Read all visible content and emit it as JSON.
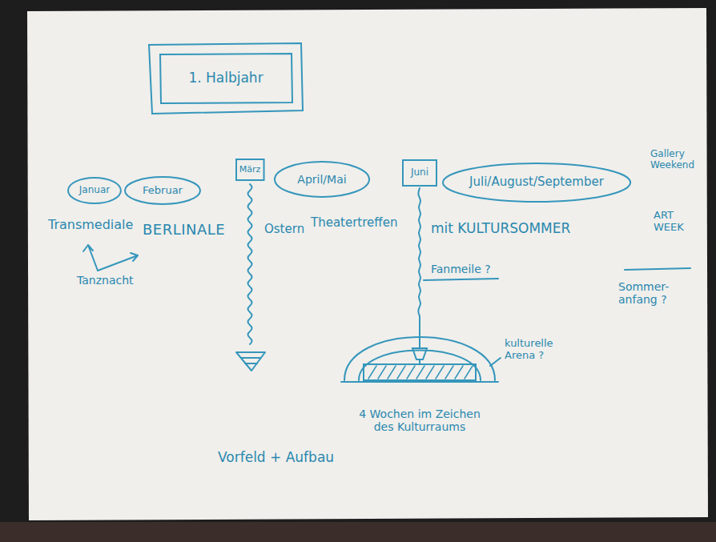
{
  "diagram": {
    "nodes": [
      {
        "text": [
          "1. Halbjahr"
        ]
      },
      {
        "text": [
          "Januar"
        ]
      },
      {
        "text": [
          "Februar"
        ]
      },
      {
        "text": [
          "März"
        ]
      },
      {
        "text": [
          "April/Mai"
        ]
      },
      {
        "text": [
          "Juni"
        ]
      },
      {
        "text": [
          "Juli/August/September"
        ]
      },
      {
        "text": [
          "4 Wochen im Zeichen des Kulturraums"
        ]
      }
    ],
    "edges": [
      {
        "from": 5,
        "to": 7,
        "arrow": "none"
      }
    ],
    "labels": [
      "Transmediale",
      "BERLINALE",
      "Tanznacht",
      "Ostern",
      "Theatertreffen",
      "mit KULTURSOMMER",
      "Gallery Weekend",
      "ART WEEK",
      "Sommer- anfang ?",
      "Fanmeile ?",
      "kulturelle Arena ?",
      "Vorfeld + Aufbau"
    ]
  }
}
